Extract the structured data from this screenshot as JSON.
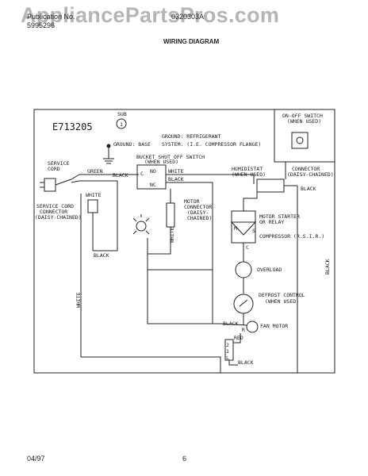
{
  "header": {
    "pub_label": "Publication No.",
    "pub_number": "5995296",
    "doc_number": "0320303A",
    "title": "WIRING DIAGRAM"
  },
  "watermark": "AppliancePartsPros.com",
  "footer": {
    "date": "04/97",
    "page": "6"
  },
  "diagram": {
    "model_code": "E713205",
    "sub_label": "SUB",
    "sub_number": "1",
    "ground_base": "GROUND: BASE",
    "ground_refrigerant_1": "GROUND: REFRIGERANT",
    "ground_refrigerant_2": "SYSTEM. (I.E. COMPRESSOR FLANGE)",
    "service_cord_1": "SERVICE",
    "service_cord_2": "CORD",
    "green": "GREEN",
    "black": "BLACK",
    "white": "WHITE",
    "red": "RED",
    "bucket_switch_1": "BUCKET SHUT OFF SWITCH",
    "bucket_switch_2": "(WHEN USED)",
    "sw_c": "C",
    "sw_no": "NO",
    "sw_nc": "NC",
    "onoff_1": "ON-OFF SWITCH",
    "onoff_2": "(WHEN USED)",
    "humidistat_1": "HUMIDISTAT",
    "humidistat_2": "(WHEN USED)",
    "connector_1": "CONNECTOR",
    "connector_2": "(DAISY-CHAINED)",
    "svc_connector_1": "SERVICE CORD",
    "svc_connector_2": "CONNECTOR",
    "svc_connector_3": "(DAISY-CHAINED)",
    "motor_connector_1": "MOTOR",
    "motor_connector_2": "CONNECTOR",
    "motor_connector_3": "(DAISY-",
    "motor_connector_4": "CHAINED)",
    "motor_starter_1": "MOTOR STARTER",
    "motor_starter_2": "OR RELAY",
    "compressor": "COMPRESSOR (R.S.I.R.)",
    "overload": "OVERLOAD",
    "defrost_1": "DEFROST CONTROL",
    "defrost_2": "(WHEN USED)",
    "fan_motor": "FAN MOTOR",
    "term_m": "M",
    "term_s": "S",
    "term_c": "C",
    "term_r": "R",
    "term_2": "2",
    "term_1": "1",
    "term_l": "L"
  }
}
